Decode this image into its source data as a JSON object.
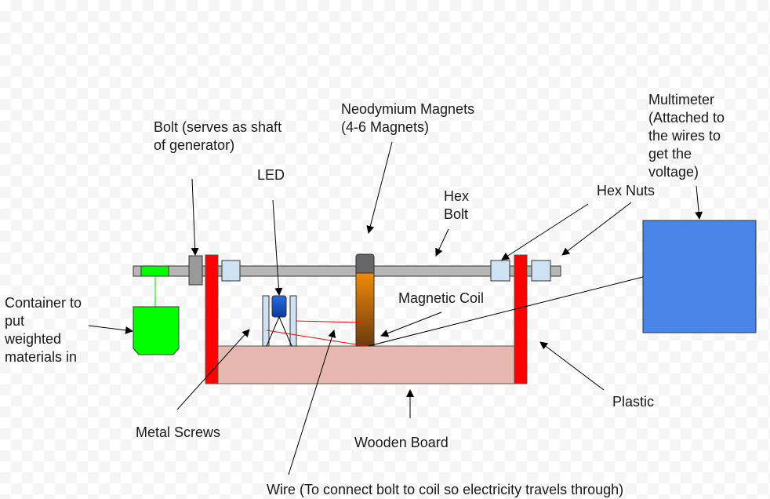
{
  "labels": {
    "bolt": "Bolt (serves as shaft\nof generator)",
    "led": "LED",
    "magnets": "Neodymium Magnets\n(4-6 Magnets)",
    "hex_bolt": "Hex\nBolt",
    "hex_nuts": "Hex Nuts",
    "multimeter": "Multimeter\n(Attached to\nthe wires to\nget the\nvoltage)",
    "magnetic_coil": "Magnetic Coil",
    "container": "Container to\nput\nweighted\nmaterials in",
    "plastic": "Plastic",
    "metal_screws": "Metal Screws",
    "wooden_board": "Wooden Board",
    "wire": "Wire (To connect bolt to coil so electricity travels through)"
  },
  "colors": {
    "shaft": "#b7b7b7",
    "bolt_piece": "#999999",
    "hex_nut": "#cfe2f3",
    "plastic_wall": "#ff0000",
    "wooden_board": "#e6b8af",
    "container": "#00ff00",
    "led": "#1155cc",
    "magnet_cap": "#666666",
    "magnet_top": "#f08a0c",
    "magnet_bottom": "#6b3a0c",
    "multimeter": "#4a86e8",
    "wire": "#ff0000",
    "arrow": "#000000"
  }
}
